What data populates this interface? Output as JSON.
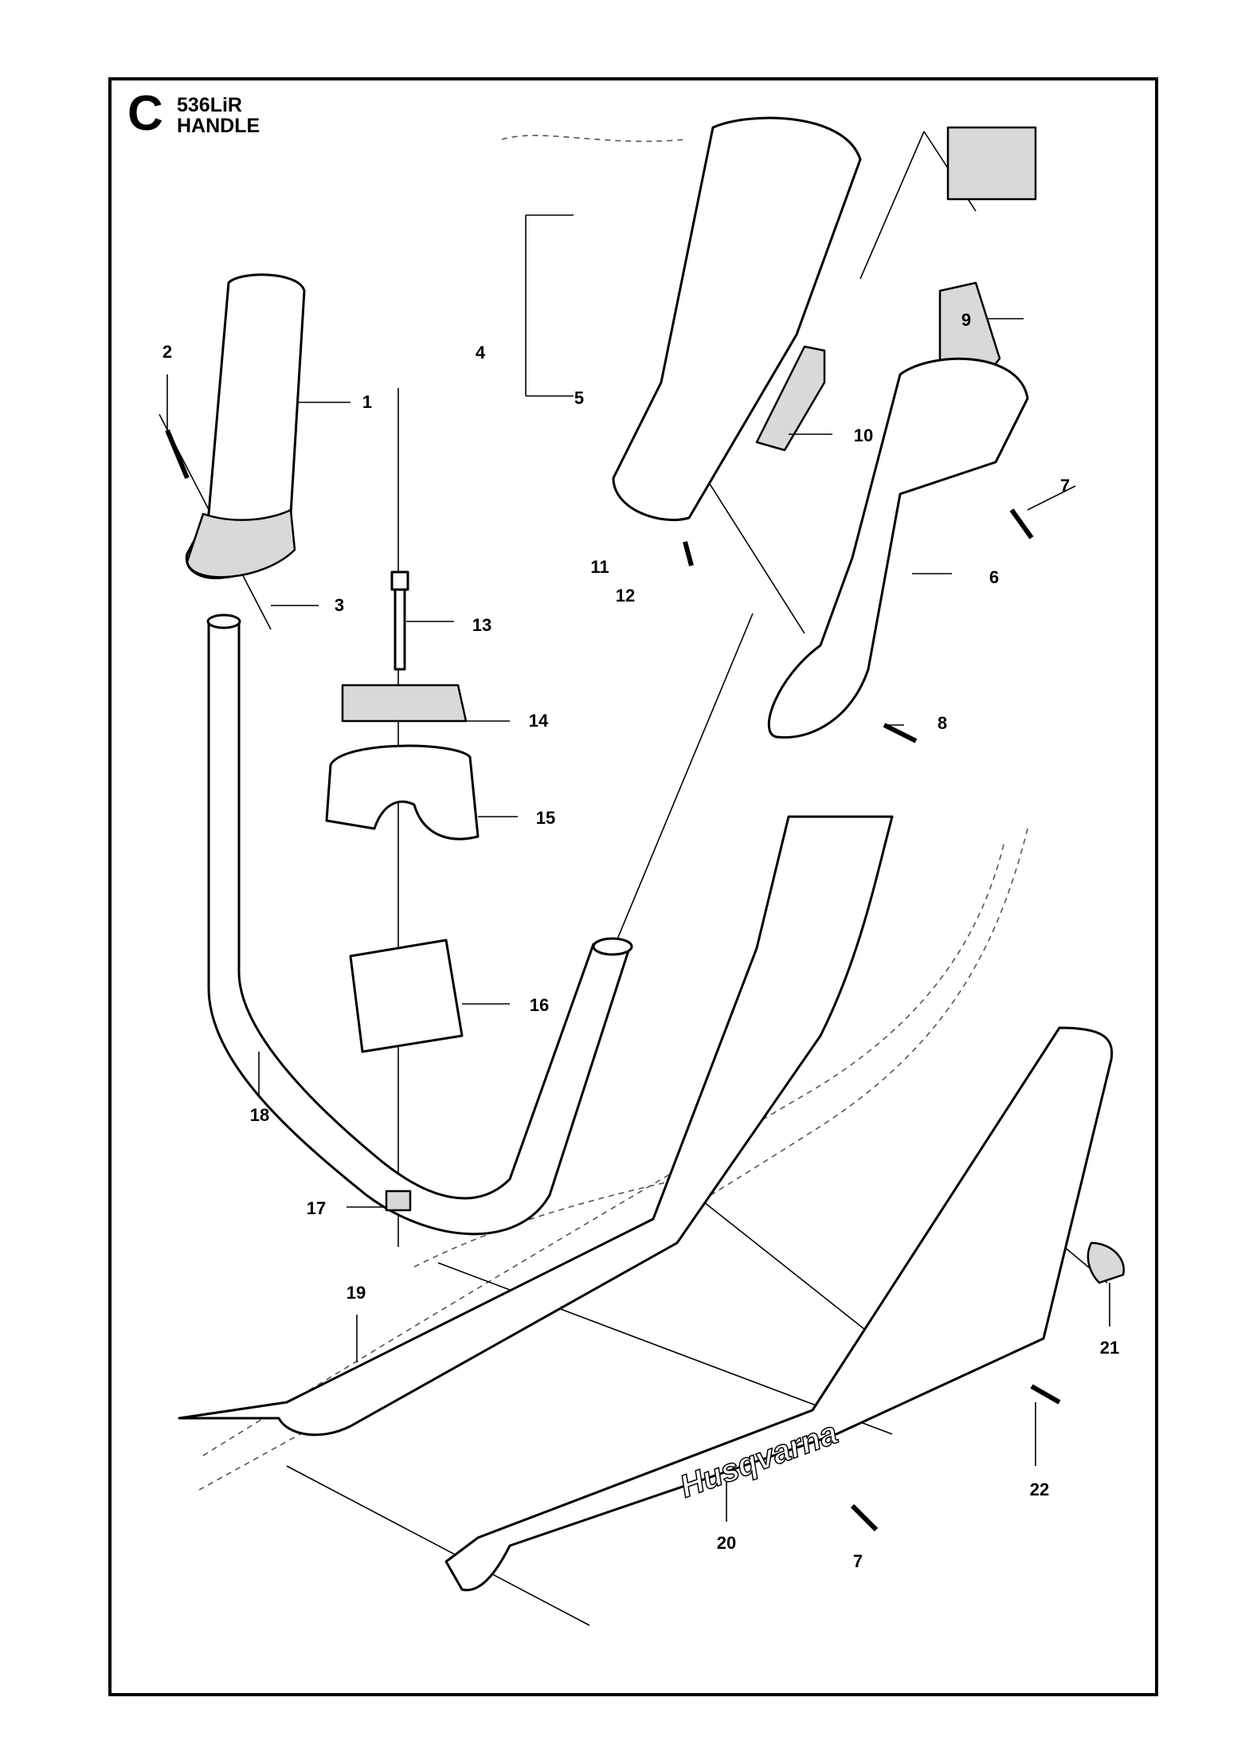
{
  "header": {
    "section_letter": "C",
    "model": "536LiR",
    "title": "HANDLE"
  },
  "brand_mark": "Husqvarna",
  "callouts": [
    "1",
    "2",
    "3",
    "4",
    "5",
    "6",
    "7",
    "8",
    "9",
    "10",
    "11",
    "12",
    "13",
    "14",
    "15",
    "16",
    "17",
    "18",
    "19",
    "20",
    "21",
    "22",
    "7"
  ]
}
